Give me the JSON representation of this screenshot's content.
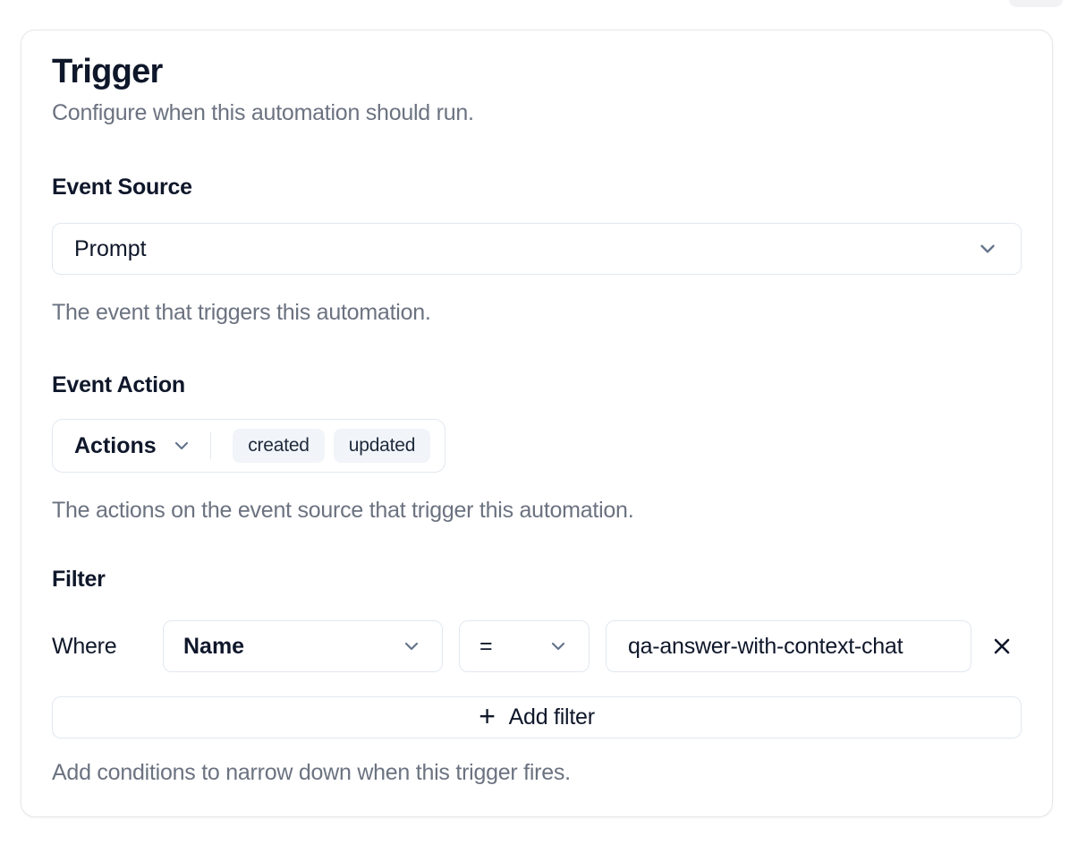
{
  "card": {
    "title": "Trigger",
    "subtitle": "Configure when this automation should run."
  },
  "event_source": {
    "label": "Event Source",
    "selected_value": "Prompt",
    "help": "The event that triggers this automation."
  },
  "event_action": {
    "label": "Event Action",
    "dropdown_label": "Actions",
    "selected_actions": [
      "created",
      "updated"
    ],
    "help": "The actions on the event source that trigger this automation."
  },
  "filter": {
    "label": "Filter",
    "rows": [
      {
        "prefix": "Where",
        "field": "Name",
        "operator": "=",
        "value": "qa-answer-with-context-chat"
      }
    ],
    "add_button_label": "Add filter",
    "add_button_icon": "+",
    "help": "Add conditions to narrow down when this trigger fires."
  },
  "icons": {
    "chevron_down": "chevron-down",
    "close": "x-close"
  },
  "colors": {
    "text_primary": "#0f172a",
    "text_muted": "#6b7280",
    "border": "#e2e8f0",
    "pill_background": "#f1f5f9",
    "chevron": "#64748b"
  }
}
